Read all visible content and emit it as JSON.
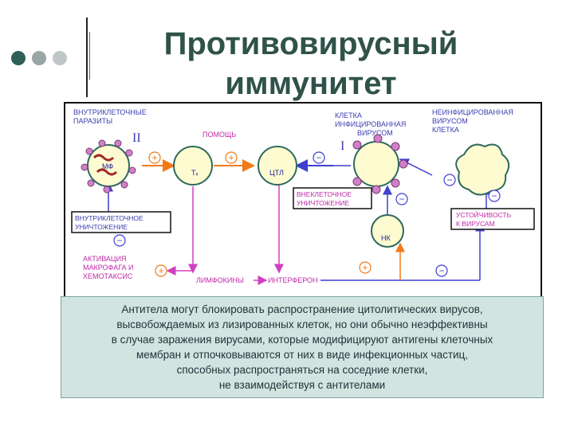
{
  "title_line1": "Противовирусный",
  "title_line2": "иммунитет",
  "diagram": {
    "intracellular_parasites": [
      "ВНУТРИКЛЕТОЧНЫЕ",
      "ПАРАЗИТЫ"
    ],
    "roman_two": "II",
    "macrophage": "МФ",
    "help": "ПОМОЩЬ",
    "th_cell": "Tₓ",
    "ctl": "ЦТЛ",
    "infected_cell": [
      "КЛЕТКА",
      "ИНФИЦИРОВАННАЯ",
      "ВИРУСОМ"
    ],
    "roman_one": "I",
    "uninfected_cell": [
      "НЕИНФИЦИРОВАННАЯ",
      "ВИРУСОМ",
      "КЛЕТКА"
    ],
    "extracellular_destruction": [
      "ВНЕКЛЕТОЧНОЕ",
      "УНИЧТОЖЕНИЕ"
    ],
    "intracellular_destruction": [
      "ВНУТРИКЛЕТОЧНОЕ",
      "УНИЧТОЖЕНИЕ"
    ],
    "nk": "НК",
    "resistance": [
      "УСТОЙЧИВОСТЬ",
      "К ВИРУСАМ"
    ],
    "activation": [
      "АКТИВАЦИЯ",
      "МАКРОФАГА И",
      "ХЕМОТАКСИС"
    ],
    "lymphokines": "ЛИМФОКИНЫ",
    "interferon": "ИНТЕРФЕРОН",
    "plus": "+",
    "minus": "−"
  },
  "note_lines": [
    "Антитела могут блокировать распространение цитолитических вирусов,",
    "высвобождаемых из лизированных клеток, но они обычно неэффективны",
    "в случае заражения вирусами, которые модифицируют антигены клеточных",
    "мембран и отпочковываются от них в виде инфекционных частиц,",
    "способных распространяться на соседние клетки,",
    "не взаимодействуя с антителами"
  ],
  "colors": {
    "title": "#2f5249",
    "arrow_orange": "#f07a1a",
    "arrow_blue": "#3f3fd0",
    "arrow_pink": "#d040c0",
    "cell_fill": "#fffbd0",
    "cell_border": "#2d6a5e",
    "note_bg": "#d1e4e0"
  }
}
